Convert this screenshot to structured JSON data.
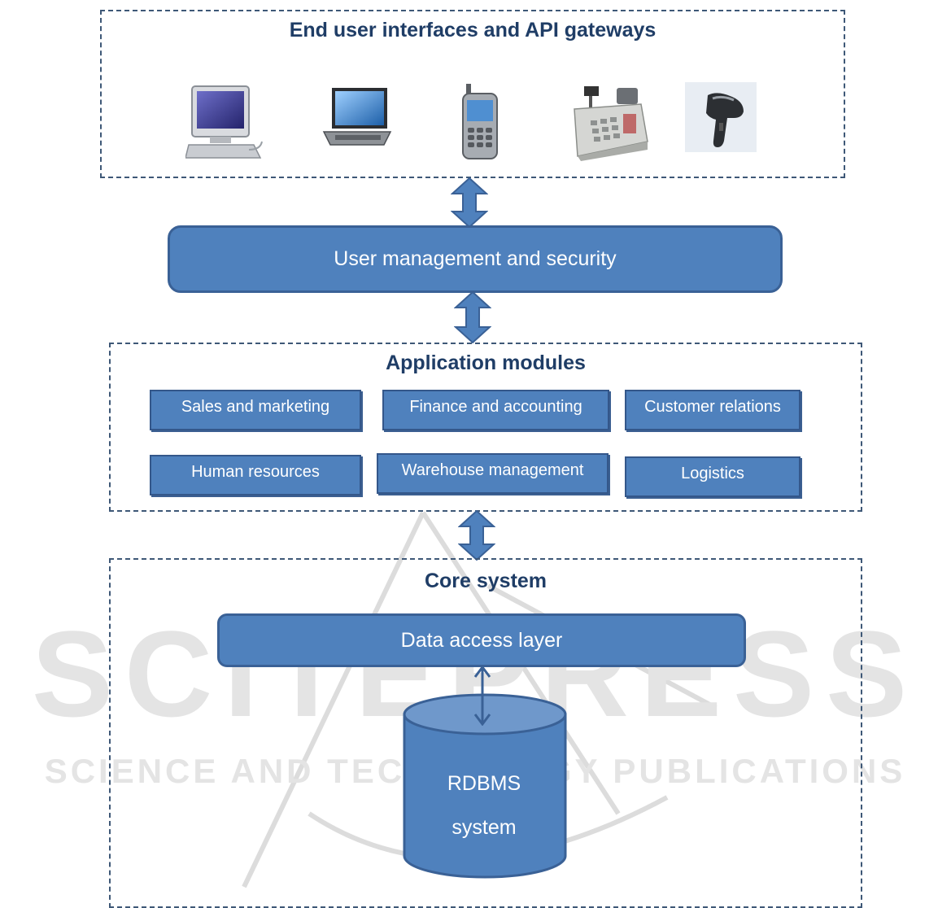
{
  "top_group": {
    "title": "End user interfaces and API gateways",
    "devices": [
      "desktop-computer",
      "laptop",
      "mobile-phone",
      "cash-register",
      "barcode-scanner"
    ]
  },
  "security_bar": {
    "label": "User management and security"
  },
  "modules_group": {
    "title": "Application modules",
    "modules": [
      "Sales and marketing",
      "Finance and accounting",
      "Customer relations",
      "Human resources",
      "Warehouse management",
      "Logistics"
    ]
  },
  "core_group": {
    "title": "Core system",
    "data_access_label": "Data access layer",
    "database": {
      "line1": "RDBMS",
      "line2": "system"
    }
  },
  "watermark": {
    "line1": "SCITEPRESS",
    "line2": "SCIENCE AND TECHNOLOGY PUBLICATIONS"
  },
  "colors": {
    "box_fill": "#4f81bd",
    "box_border": "#3a6196",
    "title_text": "#1f3d66",
    "dash": "#3e5877"
  }
}
